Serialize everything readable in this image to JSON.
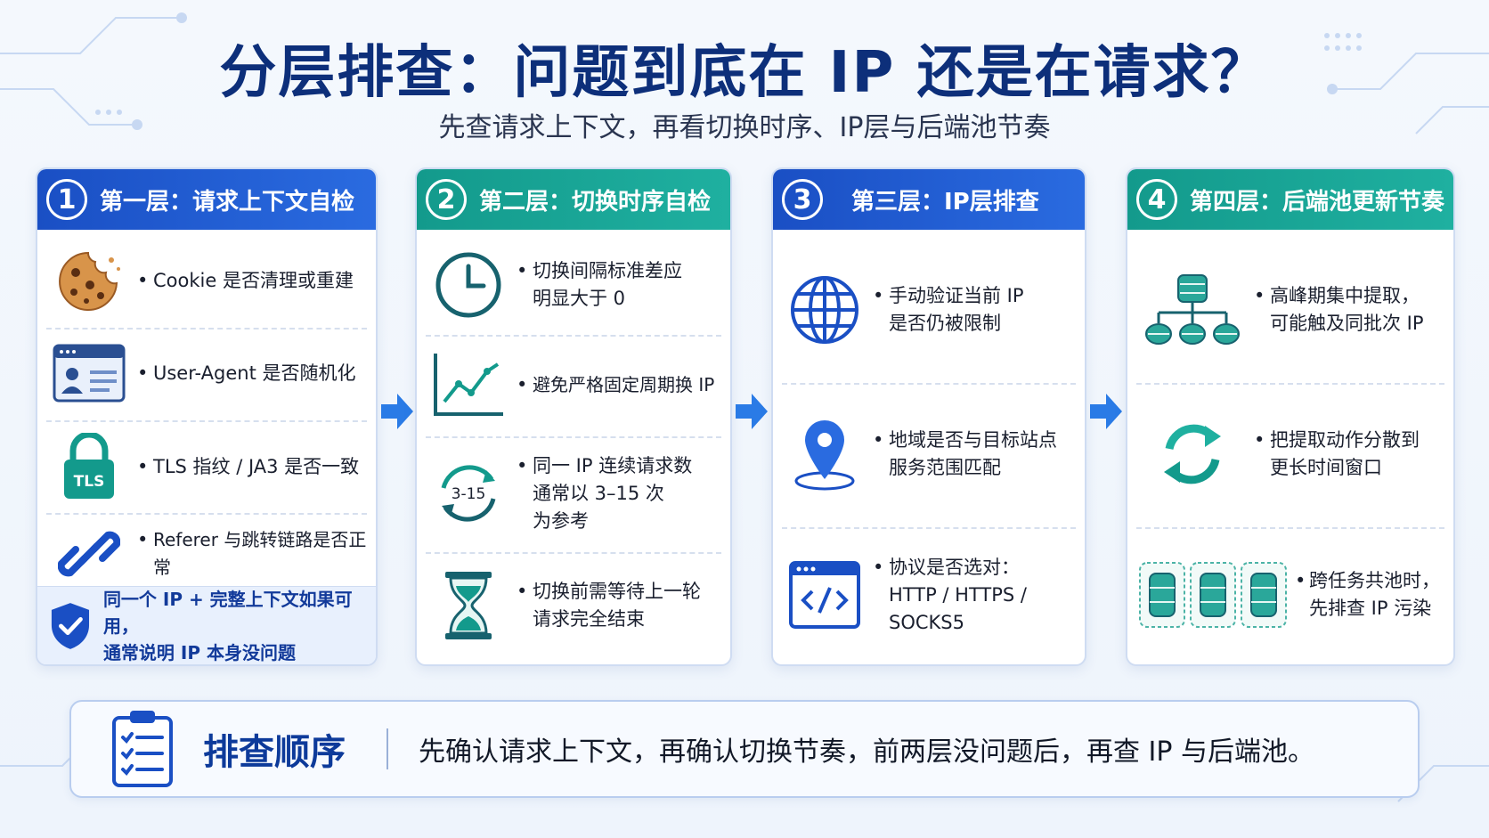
{
  "title": "分层排查：问题到底在 IP 还是在请求？",
  "subtitle": "先查请求上下文，再看切换时序、IP层与后端池节奏",
  "colors": {
    "blue": "#1a4fc4",
    "teal": "#139a8c",
    "navy": "#0d2f7a"
  },
  "layers": [
    {
      "num": "1",
      "title": "第一层：请求上下文自检",
      "items": [
        {
          "icon": "cookie-icon",
          "lines": [
            "Cookie 是否清理或重建"
          ]
        },
        {
          "icon": "user-agent-icon",
          "lines": [
            "User-Agent 是否随机化"
          ]
        },
        {
          "icon": "tls-lock-icon",
          "icon_text": "TLS",
          "lines": [
            "TLS 指纹 / JA3 是否一致"
          ]
        },
        {
          "icon": "link-icon",
          "lines": [
            "Referer 与跳转链路是否正常"
          ]
        }
      ],
      "note": [
        "同一个 IP + 完整上下文如果可用，",
        "通常说明 IP 本身没问题"
      ]
    },
    {
      "num": "2",
      "title": "第二层：切换时序自检",
      "items": [
        {
          "icon": "clock-icon",
          "lines": [
            "切换间隔标准差应",
            "明显大于 0"
          ]
        },
        {
          "icon": "line-chart-icon",
          "lines": [
            "避免严格固定周期换 IP"
          ]
        },
        {
          "icon": "cycle-count-icon",
          "icon_text": "3-15",
          "lines": [
            "同一 IP 连续请求数",
            "通常以 3–15 次",
            "为参考"
          ]
        },
        {
          "icon": "hourglass-icon",
          "lines": [
            "切换前需等待上一轮",
            "请求完全结束"
          ]
        }
      ]
    },
    {
      "num": "3",
      "title": "第三层：IP层排查",
      "items": [
        {
          "icon": "globe-icon",
          "lines": [
            "手动验证当前 IP",
            "是否仍被限制"
          ]
        },
        {
          "icon": "location-pin-icon",
          "lines": [
            "地域是否与目标站点",
            "服务范围匹配"
          ]
        },
        {
          "icon": "code-window-icon",
          "lines": [
            "协议是否选对：",
            "HTTP / HTTPS /",
            "SOCKS5"
          ]
        }
      ]
    },
    {
      "num": "4",
      "title": "第四层：后端池更新节奏",
      "items": [
        {
          "icon": "database-tree-icon",
          "lines": [
            "高峰期集中提取，",
            "可能触及同批次 IP"
          ]
        },
        {
          "icon": "refresh-icon",
          "lines": [
            "把提取动作分散到",
            "更长时间窗口"
          ]
        },
        {
          "icon": "shared-pools-icon",
          "lines": [
            "跨任务共池时，",
            "先排查 IP 污染"
          ]
        }
      ]
    }
  ],
  "bottom": {
    "title": "排查顺序",
    "text": "先确认请求上下文，再确认切换节奏，前两层没问题后，再查 IP 与后端池。"
  }
}
